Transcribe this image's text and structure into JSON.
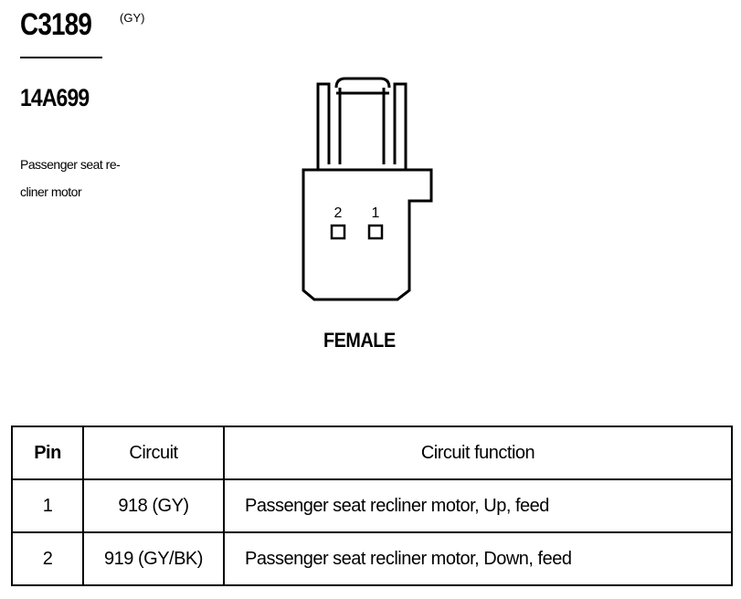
{
  "connector": {
    "id": "C3189",
    "color": "(GY)",
    "part_number": "14A699",
    "description_lines": [
      "Passenger seat re-",
      "cliner motor"
    ]
  },
  "diagram": {
    "view": "FEMALE",
    "pins": [
      {
        "label": "2"
      },
      {
        "label": "1"
      }
    ]
  },
  "table": {
    "headers": [
      "Pin",
      "Circuit",
      "Circuit function"
    ],
    "rows": [
      [
        "1",
        "918 (GY)",
        "Passenger seat recliner motor, Up, feed"
      ],
      [
        "2",
        "919 (GY/BK)",
        "Passenger seat recliner motor, Down, feed"
      ]
    ]
  }
}
